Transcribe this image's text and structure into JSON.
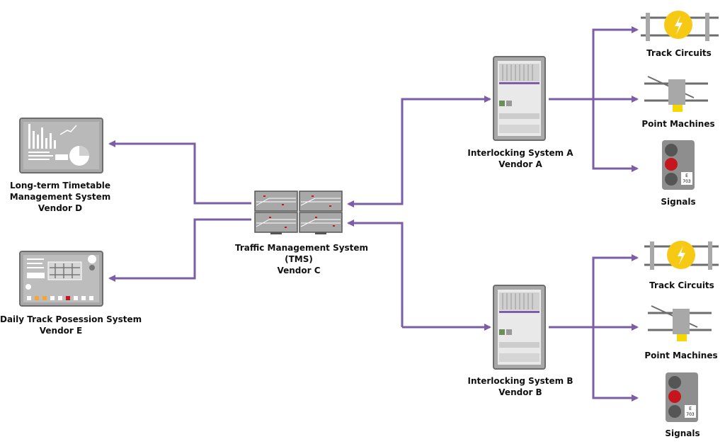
{
  "nodes": {
    "timetable": {
      "lines": [
        "Long-term Timetable",
        "Management System",
        "Vendor D"
      ]
    },
    "possession": {
      "lines": [
        "Daily Track Posession System",
        "Vendor E"
      ]
    },
    "tms": {
      "lines": [
        "Traffic Management System",
        "(TMS)",
        "Vendor C"
      ]
    },
    "interlocking_a": {
      "lines": [
        "Interlocking System A",
        "Vendor A"
      ]
    },
    "interlocking_b": {
      "lines": [
        "Interlocking System B",
        "Vendor B"
      ]
    },
    "track_circuits_a": {
      "label": "Track Circuits"
    },
    "point_machines_a": {
      "label": "Point Machines"
    },
    "signals_a": {
      "label": "Signals",
      "plate_top": "E",
      "plate_bottom": "703"
    },
    "track_circuits_b": {
      "label": "Track Circuits"
    },
    "point_machines_b": {
      "label": "Point Machines"
    },
    "signals_b": {
      "label": "Signals",
      "plate_top": "E",
      "plate_bottom": "703"
    }
  },
  "colors": {
    "connector": "#7b5ea7",
    "device_gray": "#a8a8a8",
    "device_dark": "#6d6d6d",
    "lightning": "#f6c915",
    "signal_red": "#c4161c",
    "point_yellow": "#f5d800",
    "accent_orange": "#f2a63b"
  },
  "icons": [
    "chart-monitor-icon",
    "possession-panel-icon",
    "tms-monitor-wall-icon",
    "interlocking-cabinet-icon",
    "track-circuit-icon",
    "point-machine-icon",
    "signal-icon"
  ]
}
